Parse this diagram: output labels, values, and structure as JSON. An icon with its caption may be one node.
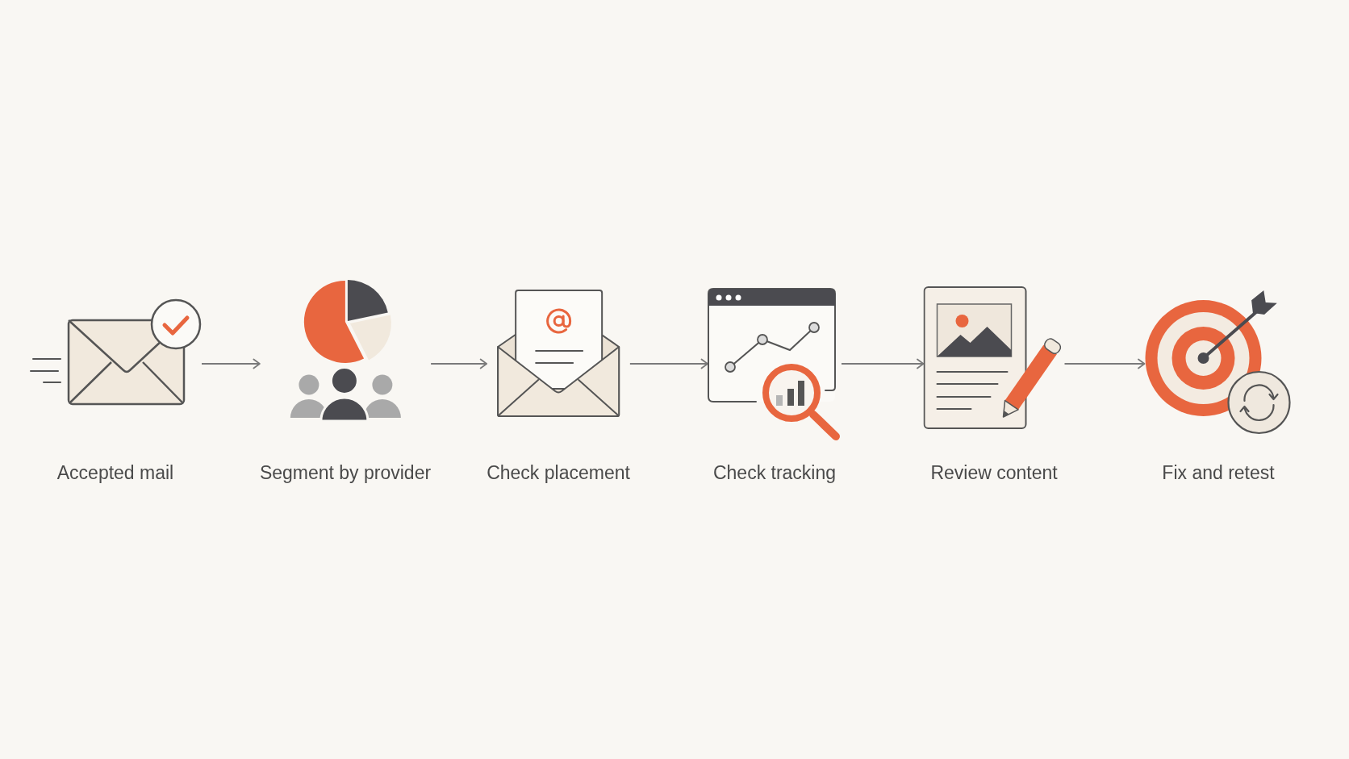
{
  "diagram": {
    "nodes": [
      {
        "text": [
          "Accepted mail"
        ]
      },
      {
        "text": [
          "Segment by provider"
        ]
      },
      {
        "text": [
          "Check placement"
        ]
      },
      {
        "text": [
          "Check tracking"
        ]
      },
      {
        "text": [
          "Review content"
        ]
      },
      {
        "text": [
          "Fix and retest"
        ]
      }
    ],
    "edges": [
      {
        "from": 0,
        "to": 1,
        "arrow": "to"
      },
      {
        "from": 1,
        "to": 2,
        "arrow": "to"
      },
      {
        "from": 2,
        "to": 3,
        "arrow": "to"
      },
      {
        "from": 3,
        "to": 4,
        "arrow": "to"
      },
      {
        "from": 4,
        "to": 5,
        "arrow": "to"
      }
    ]
  }
}
